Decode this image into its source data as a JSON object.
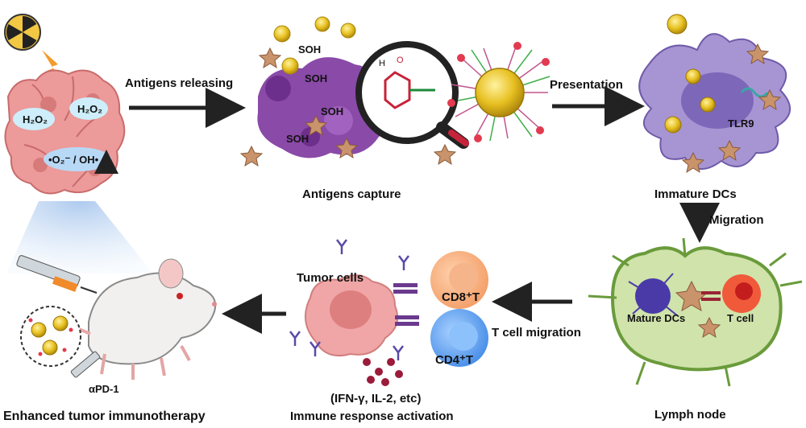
{
  "labels": {
    "antigens_releasing": "Antigens releasing",
    "antigens_capture": "Antigens capture",
    "presentation": "Presentation",
    "immature_dcs": "Immature DCs",
    "tlr9": "TLR9",
    "migration": "Migration",
    "lymph_node": "Lymph node",
    "mature_dcs": "Mature DCs",
    "t_cell": "T cell",
    "t_cell_migration": "T cell migration",
    "cd8": "CD8⁺T",
    "cd4": "CD4⁺T",
    "tumor_cells": "Tumor cells",
    "cytokines": "(IFN-γ, IL-2, etc)",
    "immune_activation": "Immune response activation",
    "enhanced_therapy": "Enhanced tumor immunotherapy",
    "apd1": "αPD-1",
    "h2o2_a": "H₂O₂",
    "h2o2_b": "H₂O₂",
    "radicals": "•O₂⁻ / OH•",
    "soh": "SOH"
  },
  "colors": {
    "tumor": "#e98f8f",
    "purple_cell": "#7a3f97",
    "dc": "#9b87c9",
    "lymph": "#c9dfa2",
    "cd8": "#f4a774",
    "cd4": "#5b9be8",
    "gold": "#e7c021",
    "arrow": "#222222"
  }
}
